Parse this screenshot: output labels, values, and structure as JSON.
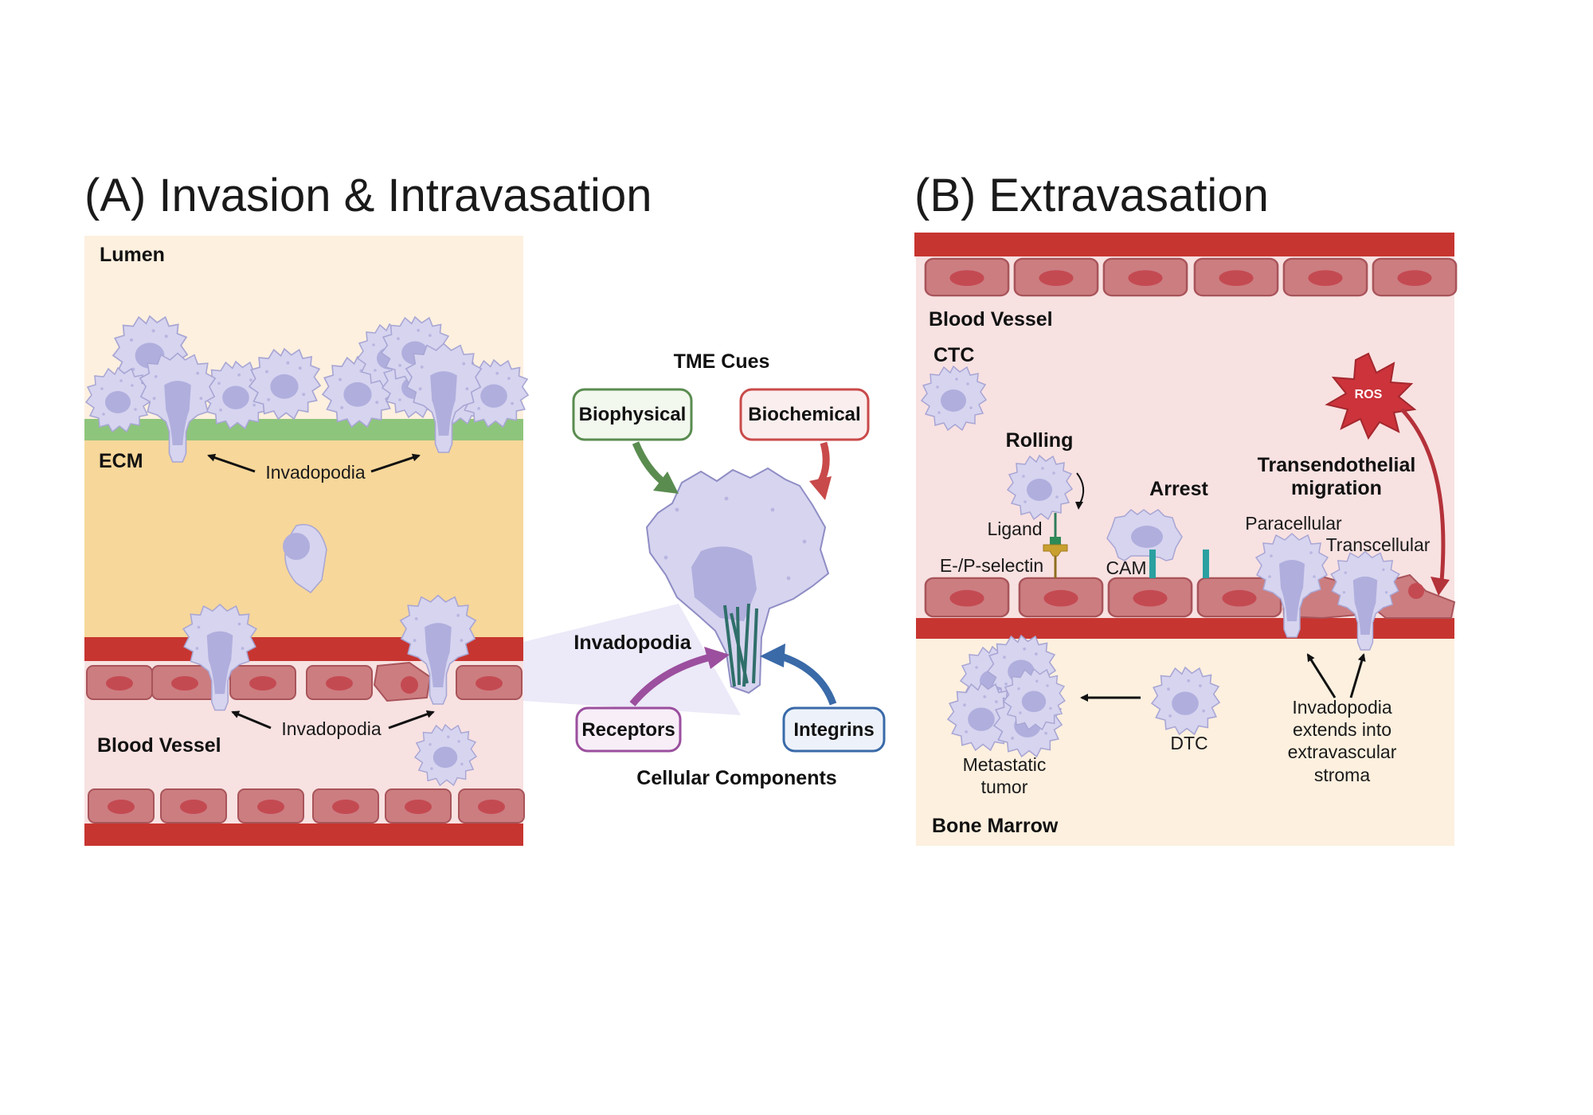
{
  "panelA": {
    "title": "(A) Invasion & Intravasation",
    "lumen": "Lumen",
    "ecm": "ECM",
    "invadopodia_top": "Invadopodia",
    "invadopodia_bottom": "Invadopodia",
    "blood_vessel": "Blood Vessel"
  },
  "center": {
    "tme_cues": "TME Cues",
    "biophysical": "Biophysical",
    "biochemical": "Biochemical",
    "invadopodia": "Invadopodia",
    "receptors": "Receptors",
    "integrins": "Integrins",
    "cellular_components": "Cellular Components"
  },
  "panelB": {
    "title": "(B) Extravasation",
    "blood_vessel": "Blood Vessel",
    "ctc": "CTC",
    "ros": "ROS",
    "rolling": "Rolling",
    "ligand": "Ligand",
    "selectin": "E-/P-selectin",
    "arrest": "Arrest",
    "cam": "CAM",
    "transendothelial_1": "Transendothelial",
    "transendothelial_2": "migration",
    "paracellular": "Paracellular",
    "transcellular": "Transcellular",
    "metastatic_1": "Metastatic",
    "metastatic_2": "tumor",
    "dtc": "DTC",
    "inv_ext_1": "Invadopodia",
    "inv_ext_2": "extends into",
    "inv_ext_3": "extravascular",
    "inv_ext_4": "stroma",
    "bone_marrow": "Bone Marrow"
  },
  "colors": {
    "lumen_bg": "#fdf0df",
    "ecm_bg": "#f7d79a",
    "vessel_bg": "#f8e1e1",
    "vessel_wall": "#c73530",
    "endothelial": "#cc7d80",
    "nucleus": "#c44a52",
    "cell_fill": "#d6d4ef",
    "cell_nucleus": "#b0aedd",
    "ecm_green": "#8ec57c",
    "biophysical": "#5a8c50",
    "biochemical": "#c94a4a",
    "receptors": "#9b4f9e",
    "integrins": "#3a6aa8",
    "bone_marrow_bg": "#fdf0df"
  }
}
